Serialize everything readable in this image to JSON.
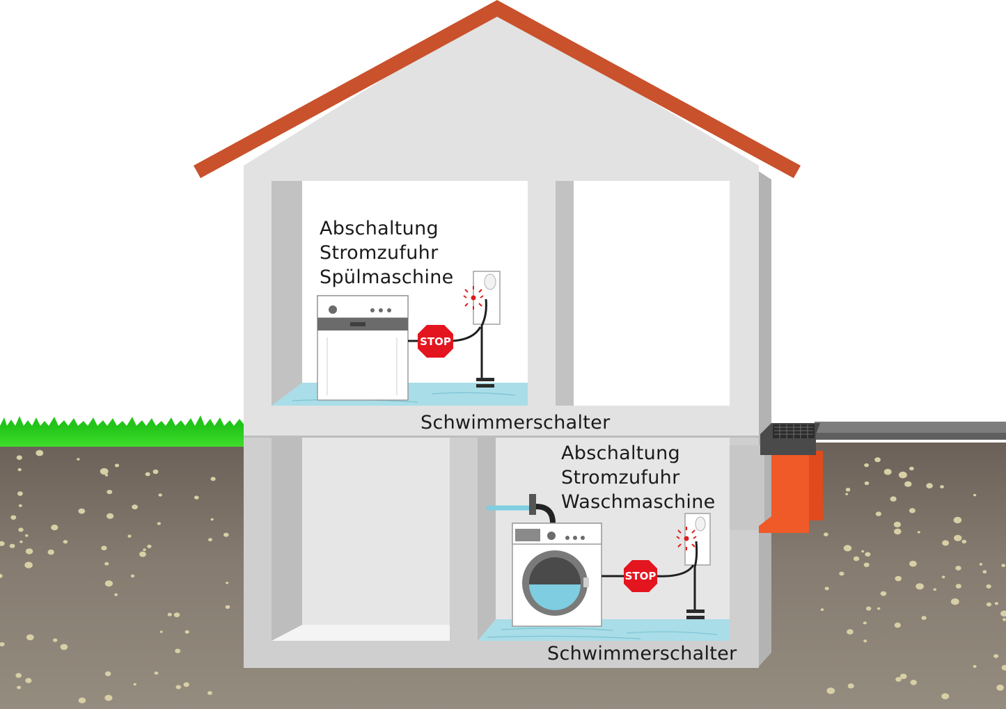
{
  "upper_room": {
    "label_lines": [
      "Abschaltung",
      "Stromzufuhr",
      "Spülmaschine"
    ],
    "device": "dishwasher",
    "stop_sign": "STOP"
  },
  "lower_room": {
    "label_lines": [
      "Abschaltung",
      "Stromzufuhr",
      "Waschmaschine"
    ],
    "device": "washing-machine",
    "stop_sign": "STOP"
  },
  "float_switch_labels": {
    "upper": "Schwimmerschalter",
    "lower": "Schwimmerschalter"
  },
  "colors": {
    "roof": "#c9512b",
    "wall": "#dedede",
    "grass": "#3fd11c",
    "soil": "#8b8276",
    "water": "#a9dde8",
    "stop": "#e3151f",
    "drain": "#ef5a28"
  }
}
